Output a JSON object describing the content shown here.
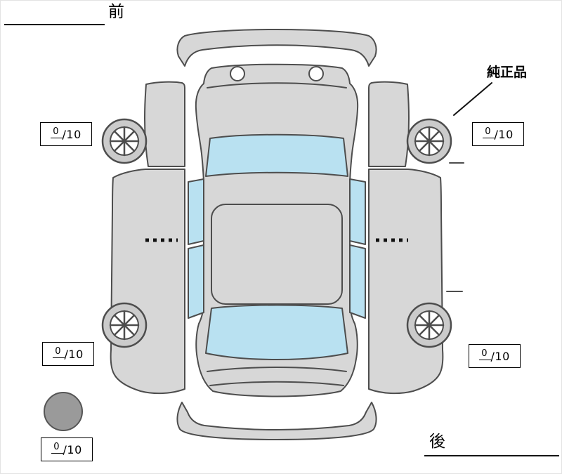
{
  "labels": {
    "front": "前",
    "rear": "後",
    "genuine_parts": "純正品"
  },
  "tread_scores": {
    "front_left": {
      "value": "0",
      "scale": "/10"
    },
    "front_right": {
      "value": "0",
      "scale": "/10"
    },
    "rear_left": {
      "value": "0",
      "scale": "/10"
    },
    "rear_right": {
      "value": "0",
      "scale": "/10"
    },
    "spare": {
      "value": "0",
      "scale": "/10"
    }
  },
  "colors": {
    "body_fill": "#d7d7d7",
    "body_stroke": "#4d4d4d",
    "glass_fill": "#b9e1f1",
    "tire_fill": "#cbcbcb",
    "hub_fill": "#ffffff",
    "spare_fill": "#9a9a9a",
    "line_color": "#111111"
  }
}
